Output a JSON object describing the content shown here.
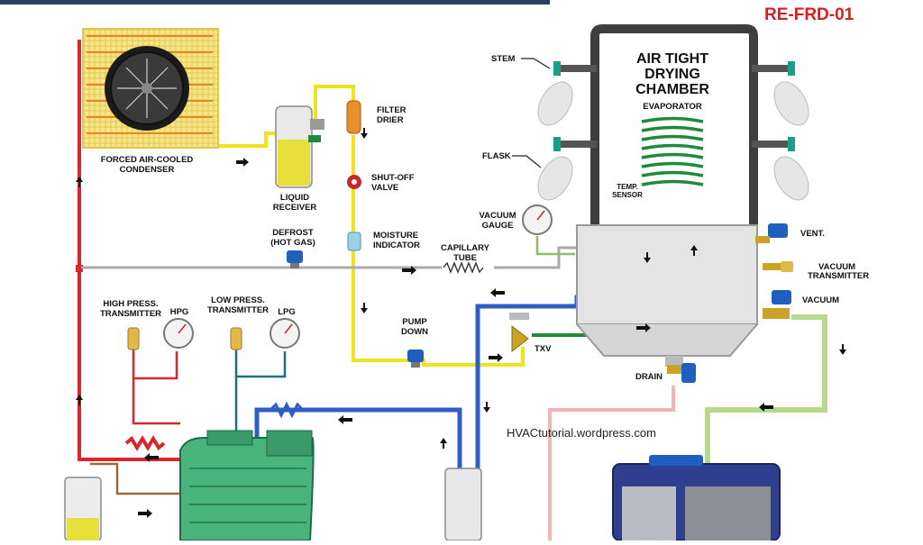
{
  "diagram_id": "RE-FRD-01",
  "colors": {
    "discharge": "#d8262a",
    "liquid": "#f2e21b",
    "suction": "#2f5fc4",
    "gas": "#a7a9ac",
    "evaporator": "#1f8a3c",
    "vacuum_line": "#b6d98b",
    "drain_line": "#f2b4b4",
    "low_press": "#1d6f86",
    "compressor": "#49b37c",
    "chamber": "#3e3e3e"
  },
  "labels": {
    "condenser": [
      "FORCED AIR-COOLED",
      "CONDENSER"
    ],
    "receiver": [
      "LIQUID",
      "RECEIVER"
    ],
    "filter": [
      "FILTER",
      "DRIER"
    ],
    "shutoff": [
      "SHUT-OFF",
      "VALVE"
    ],
    "moisture": [
      "MOISTURE",
      "INDICATOR"
    ],
    "defrost": [
      "DEFROST",
      "(HOT GAS)"
    ],
    "capillary": [
      "CAPILLARY",
      "TUBE"
    ],
    "chamber": [
      "AIR TIGHT",
      "DRYING",
      "CHAMBER"
    ],
    "evaporator": "EVAPORATOR",
    "stem": "STEM",
    "flask": "FLASK",
    "temp_sensor": [
      "TEMP.",
      "SENSOR"
    ],
    "vacuum_gauge": [
      "VACUUM",
      "GAUGE"
    ],
    "vent": "VENT.",
    "vacuum_transmitter": [
      "VACUUM",
      "TRANSMITTER"
    ],
    "vacuum": "VACUUM",
    "drain": "DRAIN",
    "hp_transmitter": [
      "HIGH PRESS.",
      "TRANSMITTER"
    ],
    "hpg": "HPG",
    "lp_transmitter": [
      "LOW PRESS.",
      "TRANSMITTER"
    ],
    "lpg": "LPG",
    "pump_down": [
      "PUMP",
      "DOWN"
    ],
    "txv": "TXV"
  },
  "website": "HVACtutorial.wordpress.com"
}
